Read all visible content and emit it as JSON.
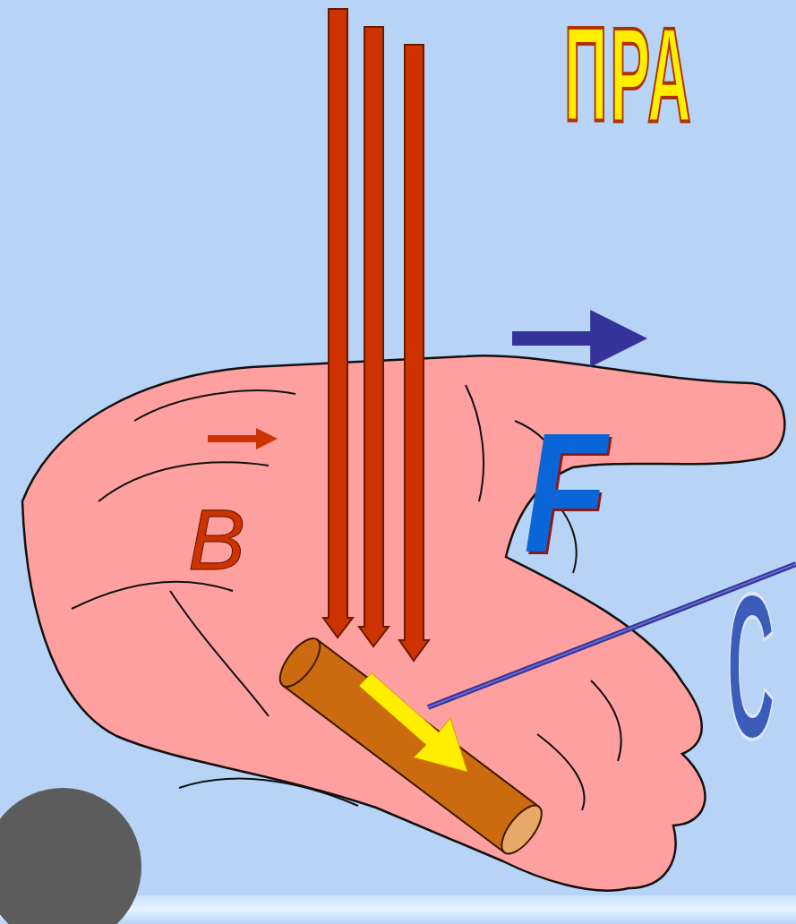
{
  "diagram": {
    "title": "ПРА",
    "labels": [
      "B",
      "F",
      "С"
    ]
  }
}
